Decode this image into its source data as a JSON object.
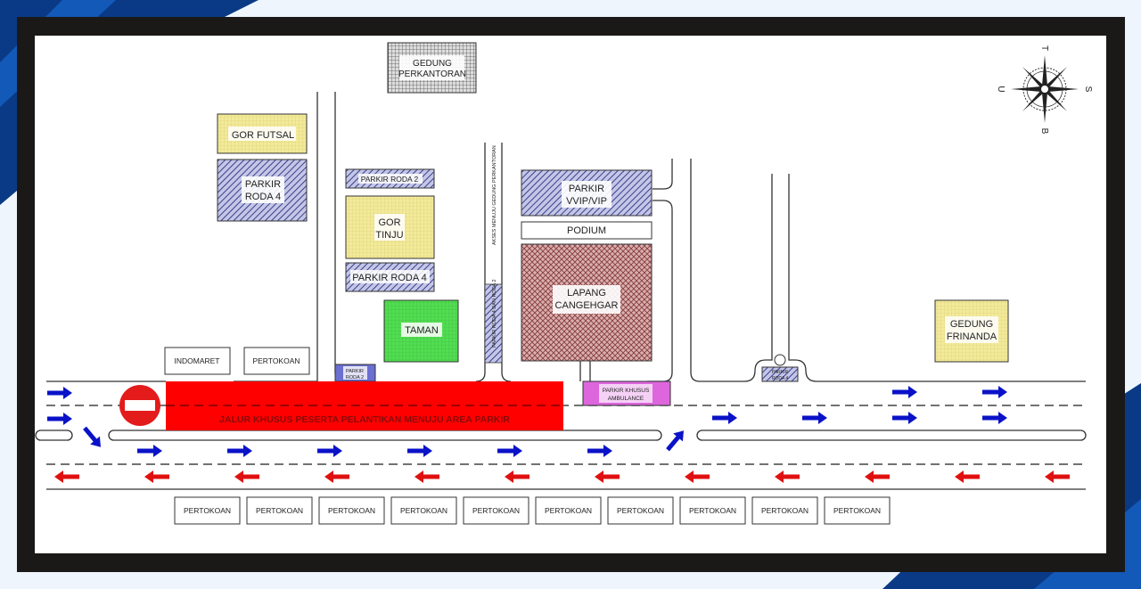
{
  "colors": {
    "frame": "#1b1918",
    "background": "#eef5fd",
    "accent_dark_blue": "#0a3a86",
    "accent_blue": "#1561c4",
    "parking_hatch": "#3c3f8a",
    "parking_fill": "#b9bde0",
    "building_yellow": "#f3ea9a",
    "park_green": "#4fdc4f",
    "field_brown": "#b47a7a",
    "special_lane_red": "#ff0000",
    "ambulance_magenta": "#dd66dd",
    "flow_arrow_blue": "#0a12c8",
    "return_arrow_red": "#e01010",
    "office_gray": "#8a8a8a"
  },
  "map": {
    "office_building": [
      "GEDUNG",
      "PERKANTORAN"
    ],
    "gor_futsal": "GOR FUTSAL",
    "parking_4_left": [
      "PARKIR",
      "RODA 4"
    ],
    "parking_2_top": "PARKIR RODA 2",
    "gor_tinju": [
      "GOR",
      "TINJU"
    ],
    "parking_4_mid": "PARKIR RODA 4",
    "taman": "TAMAN",
    "parking_2_small": [
      "PARKIR",
      "RODA 2"
    ],
    "access_road_label": "AKSES MENUJU GEDUNG PERKANTORAN",
    "access_parking_label": "PARKIR RODA 4 DAN RODA 2",
    "parking_vvip": [
      "PARKIR",
      "VVIP/VIP"
    ],
    "podium": "PODIUM",
    "lapang": [
      "LAPANG",
      "CANGEHGAR"
    ],
    "ambulance": [
      "PARKIR KHUSUS",
      "AMBULANCE"
    ],
    "parking_4_small": [
      "PARKIR",
      "RODA 4"
    ],
    "gedung_frinanda": [
      "GEDUNG",
      "FRINANDA"
    ],
    "indomaret": "INDOMARET",
    "pertokoan_top": "PERTOKOAN",
    "special_lane": "JALUR KHUSUS PESERTA PELANTIKAN MENUJU AREA PARKIR",
    "pertokoan_bottom": [
      "PERTOKOAN",
      "PERTOKOAN",
      "PERTOKOAN",
      "PERTOKOAN",
      "PERTOKOAN",
      "PERTOKOAN",
      "PERTOKOAN",
      "PERTOKOAN",
      "PERTOKOAN",
      "PERTOKOAN"
    ]
  },
  "compass": {
    "north": "U",
    "east": "T",
    "south": "S",
    "west": "B"
  }
}
